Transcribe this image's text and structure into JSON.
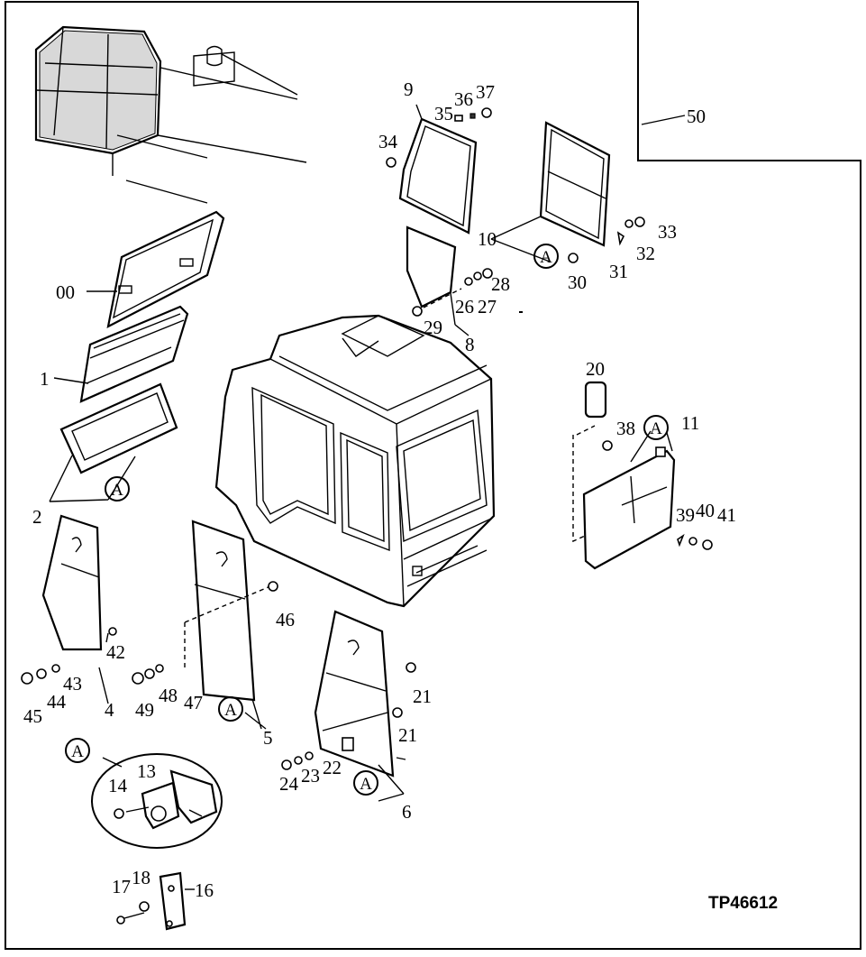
{
  "drawing_code": "TP46612",
  "callout_marker": "A",
  "part_numbers": {
    "p00": "00",
    "p1": "1",
    "p2": "2",
    "p4": "4",
    "p5": "5",
    "p6": "6",
    "p8": "8",
    "p9": "9",
    "p10": "10",
    "p11": "11",
    "p13": "13",
    "p14": "14",
    "p16": "16",
    "p17": "17",
    "p18": "18",
    "p20": "20",
    "p21a": "21",
    "p21b": "21",
    "p22": "22",
    "p23": "23",
    "p24": "24",
    "p26": "26",
    "p27": "27",
    "p28": "28",
    "p29": "29",
    "p30": "30",
    "p31": "31",
    "p32": "32",
    "p33": "33",
    "p34": "34",
    "p35": "35",
    "p36": "36",
    "p37": "37",
    "p38": "38",
    "p39": "39",
    "p40": "40",
    "p41": "41",
    "p42": "42",
    "p43": "43",
    "p44": "44",
    "p45": "45",
    "p46": "46",
    "p47": "47",
    "p48": "48",
    "p49": "49",
    "p50": "50"
  }
}
